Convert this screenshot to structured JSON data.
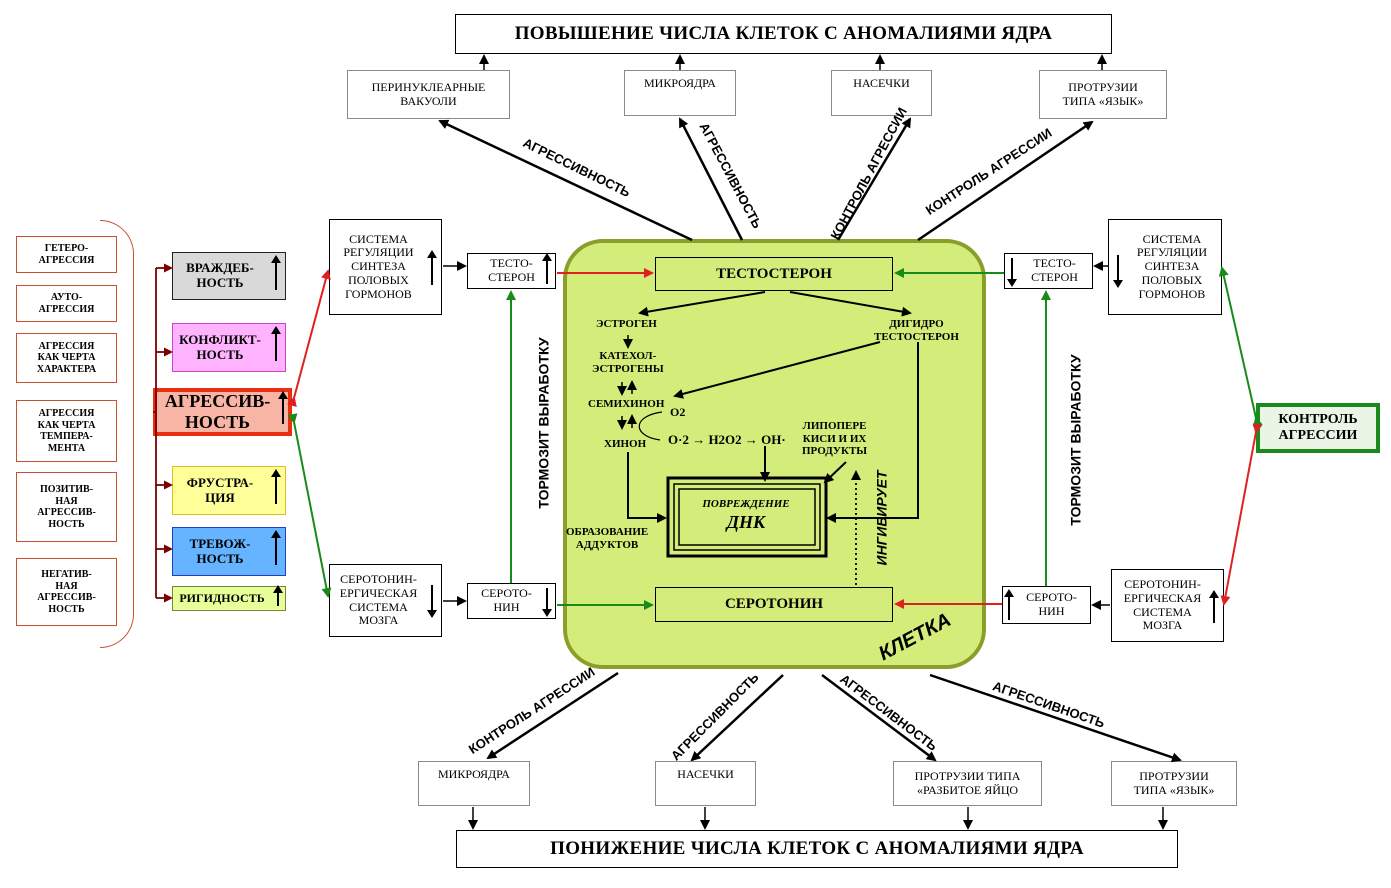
{
  "banners": {
    "top": "ПОВЫШЕНИЕ ЧИСЛА КЛЕТОК С АНОМАЛИЯМИ ЯДРА",
    "bottom": "ПОНИЖЕНИЕ ЧИСЛА КЛЕТОК С АНОМАЛИЯМИ ЯДРА"
  },
  "top_anomalies": [
    "ПЕРИНУКЛЕАРНЫЕ\nВАКУОЛИ",
    "МИКРОЯДРА",
    "НАСЕЧКИ",
    "ПРОТРУЗИИ\nТИПА «ЯЗЫК»"
  ],
  "bottom_anomalies": [
    "МИКРОЯДРА",
    "НАСЕЧКИ",
    "ПРОТРУЗИИ ТИПА\n«РАЗБИТОЕ ЯЙЦО",
    "ПРОТРУЗИИ\nТИПА «ЯЗЫК»"
  ],
  "arrow_labels": {
    "top": [
      "АГРЕССИВНОСТЬ",
      "АГРЕССИВНОСТЬ",
      "КОНТРОЛЬ АГРЕССИИ",
      "КОНТРОЛЬ АГРЕССИИ"
    ],
    "bottom": [
      "КОНТРОЛЬ АГРЕССИИ",
      "АГРЕССИВНОСТЬ",
      "АГРЕССИВНОСТЬ",
      "АГРЕССИВНОСТЬ"
    ],
    "inhibit_left": "ТОРМОЗИТ ВЫРАБОТКУ",
    "inhibit_right": "ТОРМОЗИТ ВЫРАБОТКУ",
    "inhibits": "ИНГИБИРУЕТ"
  },
  "aggression_types": [
    "ГЕТЕРО-\nАГРЕССИЯ",
    "АУТО-\nАГРЕССИЯ",
    "АГРЕССИЯ\nКАК ЧЕРТА\nХАРАКТЕРА",
    "АГРЕССИЯ\nКАК ЧЕРТА\nТЕМПЕРА-\nМЕНТА",
    "ПОЗИТИВ-\nНАЯ\nАГРЕССИВ-\nНОСТЬ",
    "НЕГАТИВ-\nНАЯ\nАГРЕССИВ-\nНОСТЬ"
  ],
  "aggressiveness": "АГРЕССИВ-\nНОСТЬ",
  "traits": [
    {
      "label": "ВРАЖДЕБ-\nНОСТЬ",
      "color": "#d9d9d9"
    },
    {
      "label": "КОНФЛИКТ-\nНОСТЬ",
      "color": "#ffb3ff"
    },
    {
      "label": "ФРУСТРА-\nЦИЯ",
      "color": "#ffff99"
    },
    {
      "label": "ТРЕВОЖ-\nНОСТЬ",
      "color": "#66b3ff"
    },
    {
      "label": "РИГИДНОСТЬ",
      "color": "#e6ff99"
    }
  ],
  "left_side": {
    "regulation": "СИСТЕМА\nРЕГУЛЯЦИИ\nСИНТЕЗА\nПОЛОВЫХ\nГОРМОНОВ",
    "testosterone": "ТЕСТО-\nСТЕРОН",
    "serotonin_system": "СЕРОТОНИН-\nЕРГИЧЕСКАЯ\nСИСТЕМА\nМОЗГА",
    "serotonin": "СЕРОТО-\nНИН"
  },
  "right_side": {
    "regulation": "СИСТЕМА\nРЕГУЛЯЦИИ\nСИНТЕЗА\nПОЛОВЫХ\nГОРМОНОВ",
    "testosterone": "ТЕСТО-\nСТЕРОН",
    "serotonin_system": "СЕРОТОНИН-\nЕРГИЧЕСКАЯ\nСИСТЕМА\nМОЗГА",
    "serotonin": "СЕРОТО-\nНИН",
    "control": "КОНТРОЛЬ\nАГРЕССИИ"
  },
  "cell": {
    "label": "КЛЕТКА",
    "testosterone": "ТЕСТОСТЕРОН",
    "serotonin": "СЕРОТОНИН",
    "estrogen": "ЭСТРОГЕН",
    "catechol": "КАТЕХОЛ-\nЭСТРОГЕНЫ",
    "semiquinone": "СЕМИХИНОН",
    "quinone": "ХИНОН",
    "o2": "O2",
    "chain": "O·2 → H2O2 → OH·",
    "dihydro": "ДИГИДРО\nТЕСТОСТЕРОН",
    "lipid": "ЛИПОПЕРЕ\nКИСИ И ИХ\nПРОДУКТЫ",
    "adducts": "ОБРАЗОВАНИЕ\nАДДУКТОВ",
    "dna_damage_1": "ПОВРЕЖДЕНИЕ",
    "dna_damage_2": "ДНК"
  },
  "colors": {
    "cell_fill": "#d4ed7a",
    "cell_border": "#8b9e2a",
    "red_arrow": "#e02020",
    "green_arrow": "#1a8a1a",
    "dark_red": "#7a0000",
    "control_border": "#1a8a1a"
  }
}
